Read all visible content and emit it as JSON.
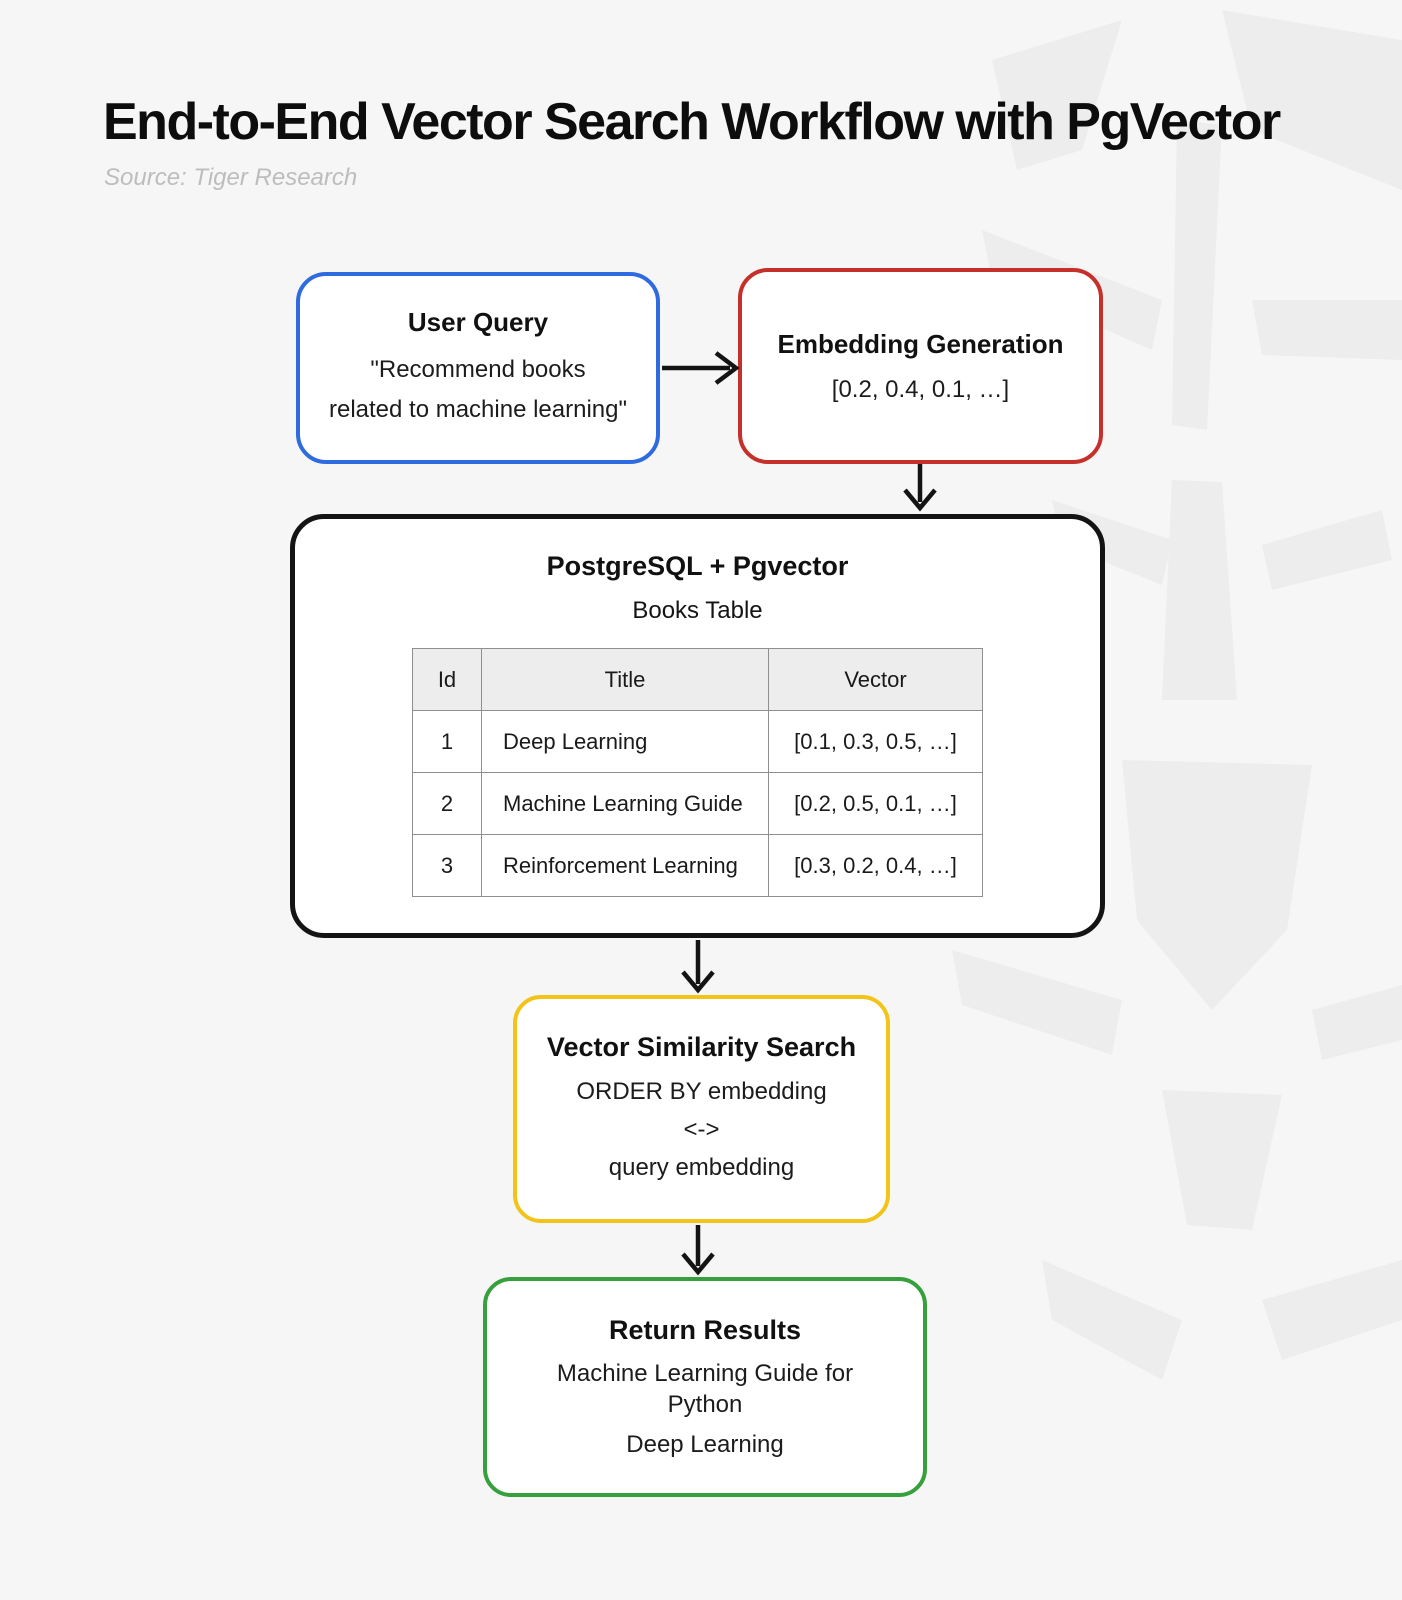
{
  "header": {
    "title": "End-to-End Vector Search Workflow with PgVector",
    "source": "Source: Tiger Research"
  },
  "colors": {
    "background": "#f6f6f6",
    "node_fill": "#ffffff",
    "user_query_border": "#2e6ae0",
    "embedding_border": "#c5302b",
    "postgres_border": "#141414",
    "similarity_border": "#f2c318",
    "results_border": "#35a03c",
    "arrow": "#141414",
    "table_header_bg": "#ededed",
    "table_border": "#8f8f8f",
    "title_color": "#0d0d0d",
    "source_color": "#bdbdbd",
    "watermark": "#ededed"
  },
  "nodes": {
    "user_query": {
      "title": "User Query",
      "line1": "\"Recommend books",
      "line2": "related to machine learning\""
    },
    "embedding_generation": {
      "title": "Embedding Generation",
      "vector": "[0.2, 0.4, 0.1, …]"
    },
    "postgres": {
      "title": "PostgreSQL + Pgvector",
      "subtitle": "Books Table",
      "table": {
        "headers": [
          "Id",
          "Title",
          "Vector"
        ],
        "rows": [
          [
            "1",
            "Deep Learning",
            "[0.1, 0.3, 0.5, …]"
          ],
          [
            "2",
            "Machine Learning Guide",
            "[0.2, 0.5, 0.1, …]"
          ],
          [
            "3",
            "Reinforcement Learning",
            "[0.3, 0.2, 0.4, …]"
          ]
        ]
      }
    },
    "similarity_search": {
      "title": "Vector Similarity Search",
      "line1": "ORDER BY embedding",
      "line2": "<->",
      "line3": "query embedding"
    },
    "return_results": {
      "title": "Return Results",
      "line1": "Machine Learning Guide for Python",
      "line2": "Deep Learning"
    }
  }
}
